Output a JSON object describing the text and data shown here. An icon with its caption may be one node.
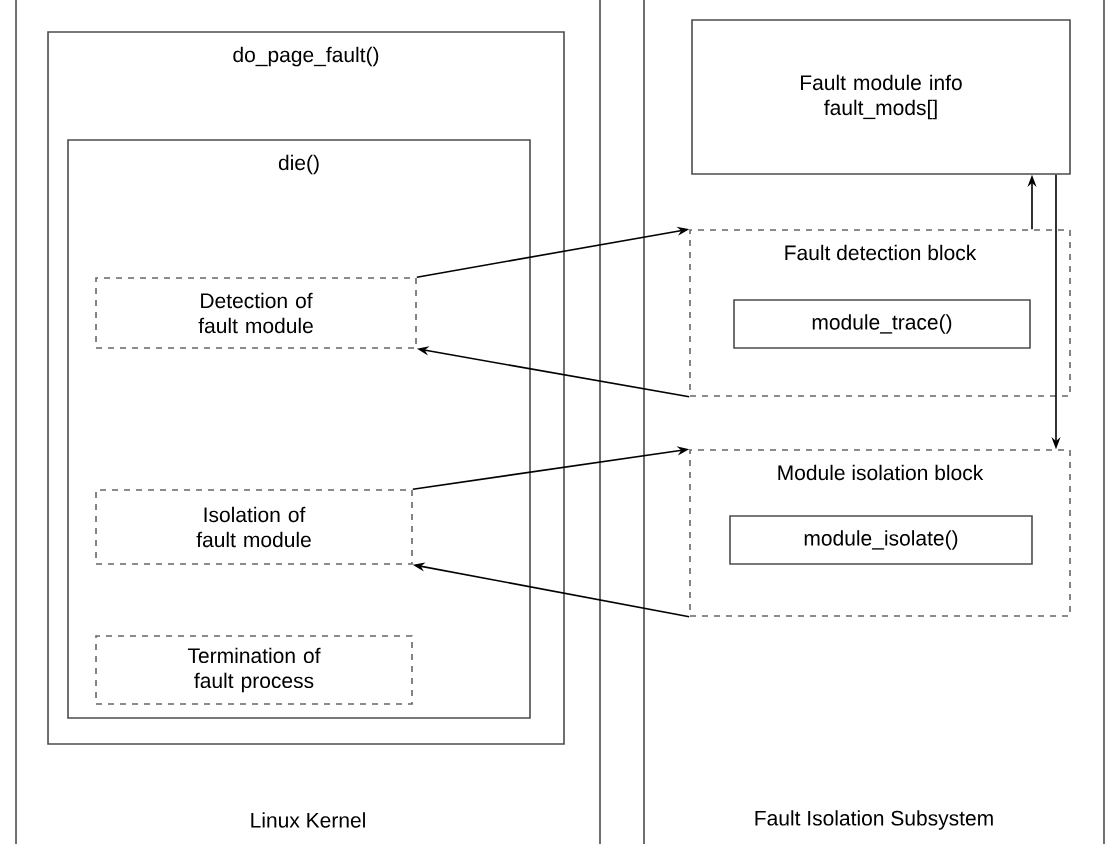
{
  "diagram": {
    "nodes": [
      {
        "text": [
          "Linux Kernel"
        ]
      },
      {
        "text": [
          "do_page_fault()"
        ],
        "in": 0
      },
      {
        "text": [
          "die()"
        ],
        "in": 1
      },
      {
        "text": [
          "Detection of fault module"
        ],
        "in": 2
      },
      {
        "text": [
          "Isolation of fault module"
        ],
        "in": 2
      },
      {
        "text": [
          "Termination of fault process"
        ],
        "in": 2
      },
      {
        "text": [
          "Fault Isolation Subsystem"
        ]
      },
      {
        "text": [
          "Fault module info",
          "fault_mods[]"
        ],
        "in": 6
      },
      {
        "text": [
          "Fault detection block"
        ],
        "in": 6
      },
      {
        "text": [
          "module_trace()"
        ],
        "in": 8
      },
      {
        "text": [
          "Module isolation block"
        ],
        "in": 6
      },
      {
        "text": [
          "module_isolate()"
        ],
        "in": 10
      }
    ],
    "edges": [
      {
        "from": 3,
        "to": 8,
        "arrow": "to"
      },
      {
        "from": 8,
        "to": 3,
        "arrow": "to"
      },
      {
        "from": 4,
        "to": 10,
        "arrow": "to"
      },
      {
        "from": 10,
        "to": 4,
        "arrow": "to"
      },
      {
        "from": 8,
        "to": 7,
        "arrow": "to"
      },
      {
        "from": 7,
        "to": 10,
        "arrow": "to"
      }
    ]
  }
}
